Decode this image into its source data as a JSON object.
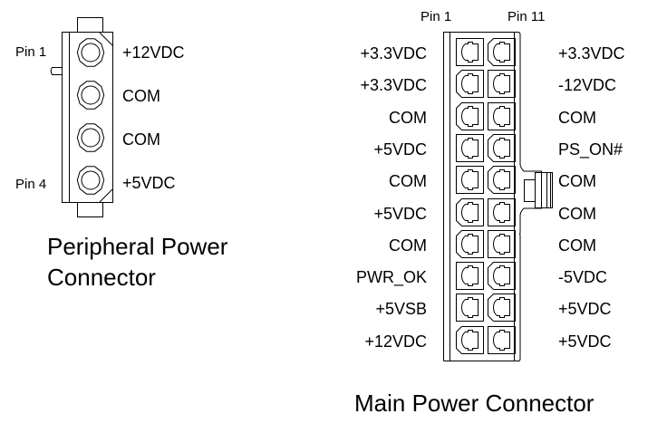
{
  "peripheral": {
    "title_line1": "Peripheral Power",
    "title_line2": "Connector",
    "pin_first_label": "Pin 1",
    "pin_last_label": "Pin 4",
    "pins": [
      {
        "pin": 1,
        "signal": "+12VDC"
      },
      {
        "pin": 2,
        "signal": "COM"
      },
      {
        "pin": 3,
        "signal": "COM"
      },
      {
        "pin": 4,
        "signal": "+5VDC"
      }
    ]
  },
  "main": {
    "title": "Main Power Connector",
    "col1_header": "Pin 1",
    "col2_header": "Pin 11",
    "left_pins": [
      {
        "pin": 1,
        "signal": "+3.3VDC"
      },
      {
        "pin": 2,
        "signal": "+3.3VDC"
      },
      {
        "pin": 3,
        "signal": "COM"
      },
      {
        "pin": 4,
        "signal": "+5VDC"
      },
      {
        "pin": 5,
        "signal": "COM"
      },
      {
        "pin": 6,
        "signal": "+5VDC"
      },
      {
        "pin": 7,
        "signal": "COM"
      },
      {
        "pin": 8,
        "signal": "PWR_OK"
      },
      {
        "pin": 9,
        "signal": "+5VSB"
      },
      {
        "pin": 10,
        "signal": "+12VDC"
      }
    ],
    "right_pins": [
      {
        "pin": 11,
        "signal": "+3.3VDC"
      },
      {
        "pin": 12,
        "signal": "-12VDC"
      },
      {
        "pin": 13,
        "signal": "COM"
      },
      {
        "pin": 14,
        "signal": "PS_ON#"
      },
      {
        "pin": 15,
        "signal": "COM"
      },
      {
        "pin": 16,
        "signal": "COM"
      },
      {
        "pin": 17,
        "signal": "COM"
      },
      {
        "pin": 18,
        "signal": "-5VDC"
      },
      {
        "pin": 19,
        "signal": "+5VDC"
      },
      {
        "pin": 20,
        "signal": "+5VDC"
      }
    ]
  }
}
